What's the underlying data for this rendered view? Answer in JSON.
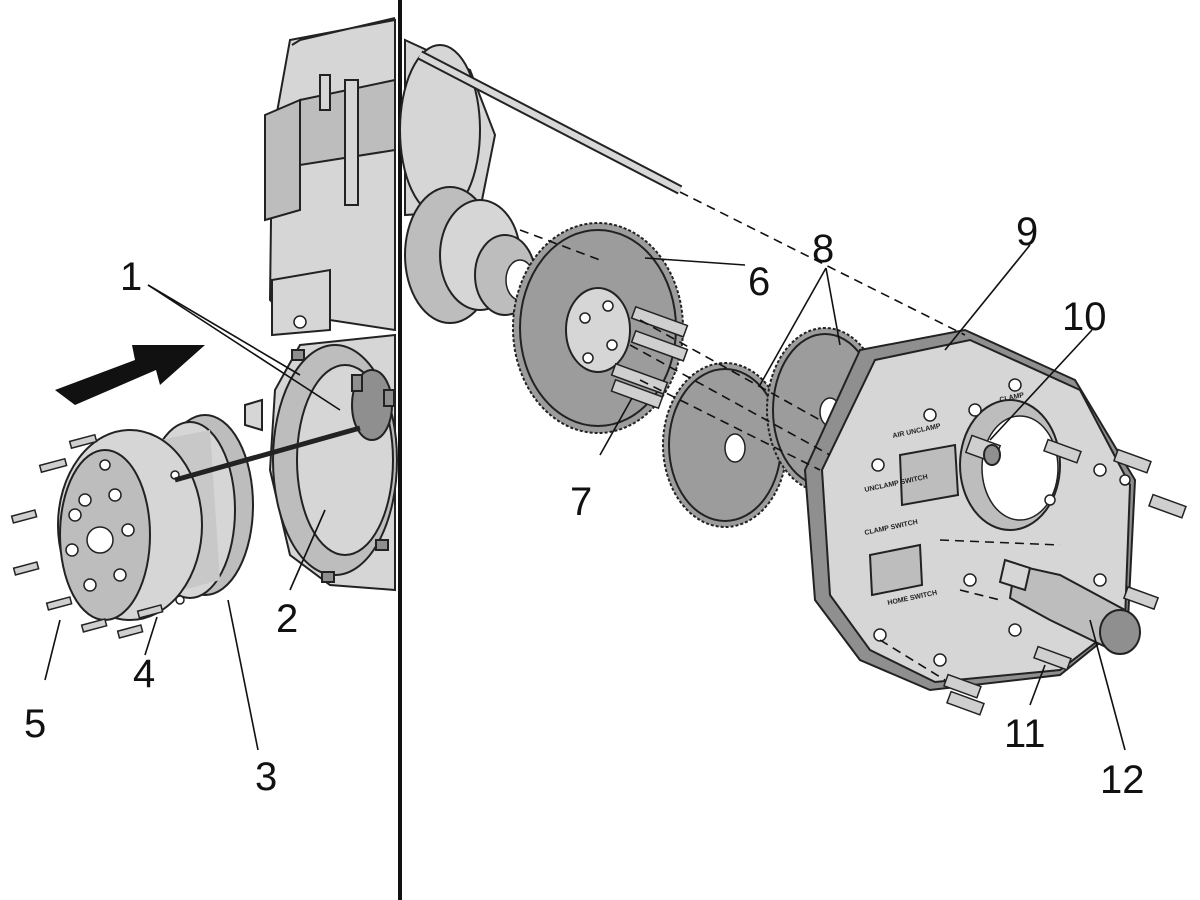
{
  "diagram": {
    "callouts": [
      "1",
      "2",
      "3",
      "4",
      "5",
      "6",
      "7",
      "8",
      "9",
      "10",
      "11",
      "12"
    ],
    "plate_labels": {
      "air_unclamp": "AIR UNCLAMP",
      "unclamp_switch": "UNCLAMP SWITCH",
      "clamp_switch": "CLAMP SWITCH",
      "home_switch": "HOME SWITCH",
      "clamp": "CLAMP"
    },
    "colors": {
      "line": "#111111",
      "metal": "#bdbdbd",
      "gear": "#9c9c9c",
      "background": "#ffffff"
    }
  }
}
